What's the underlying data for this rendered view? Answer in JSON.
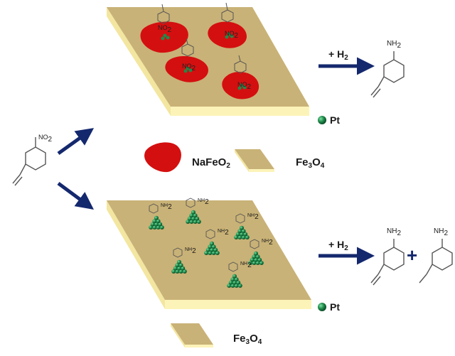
{
  "colors": {
    "support_top": "#c9b277",
    "support_edge": "#fcf3b8",
    "support_dark": "#a68f55",
    "nafeo2": "#d40f0f",
    "pt": "#1e8a4a",
    "pt_dark": "#0b4e28",
    "arrow": "#14286e",
    "molecule": "#555555"
  },
  "icons": {
    "pt_legend": "pt-sphere-icon",
    "nafeo2_legend": "nafeo2-blob-icon",
    "fe3o4_legend": "fe3o4-slab-icon"
  },
  "reactant": {
    "group": "NO",
    "group_sub": "2"
  },
  "nafeo2_sites": {
    "group": "NO",
    "group_sub": "2"
  },
  "pt_sites": {
    "group": "NH",
    "group_sub": "2"
  },
  "top_panel": {
    "reagent": {
      "prefix": "+ H",
      "sub": "2"
    },
    "product_group": {
      "main": "NH",
      "sub": "2"
    },
    "pt_label": "Pt"
  },
  "middle_legend": {
    "nafeo2": {
      "main": "NaFeO",
      "sub": "2"
    },
    "fe3o4": {
      "a": "Fe",
      "a_sub": "3",
      "b": "O",
      "b_sub": "4"
    }
  },
  "bottom_panel": {
    "reagent": {
      "prefix": "+ H",
      "sub": "2"
    },
    "product1_group": {
      "main": "NH",
      "sub": "2"
    },
    "plus": "+",
    "product2_group": {
      "main": "NH",
      "sub": "2"
    },
    "pt_label": "Pt",
    "fe3o4": {
      "a": "Fe",
      "a_sub": "3",
      "b": "O",
      "b_sub": "4"
    }
  }
}
